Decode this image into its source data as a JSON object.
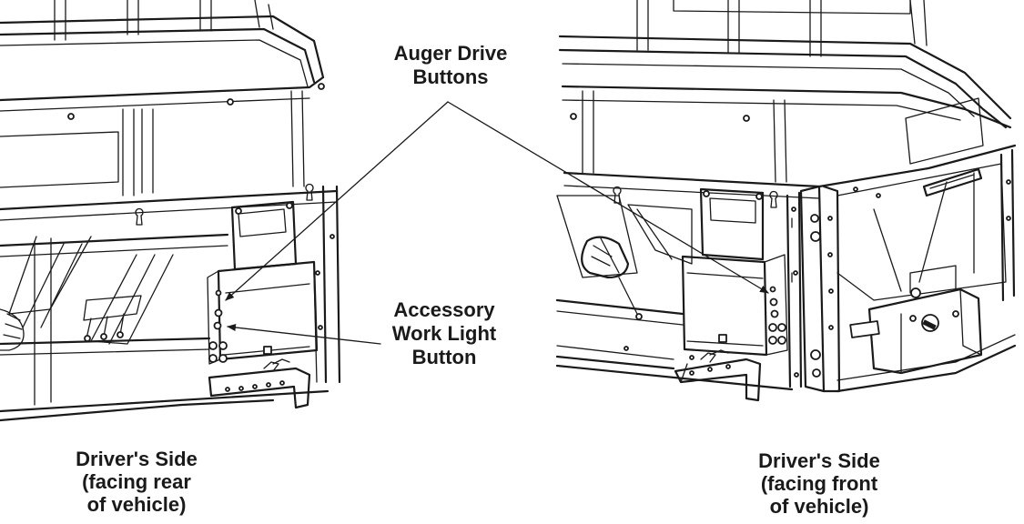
{
  "labels": {
    "auger_line1": "Auger Drive",
    "auger_line2": "Buttons",
    "accessory_line1": "Accessory",
    "accessory_line2": "Work Light",
    "accessory_line3": "Button"
  },
  "captions": {
    "left_line1": "Driver's Side",
    "left_line2": "(facing rear",
    "left_line3": "of vehicle)",
    "right_line1": "Driver's Side",
    "right_line2": "(facing front",
    "right_line3": "of vehicle)"
  },
  "colors": {
    "line": "#1a1a1a",
    "background": "#ffffff"
  }
}
